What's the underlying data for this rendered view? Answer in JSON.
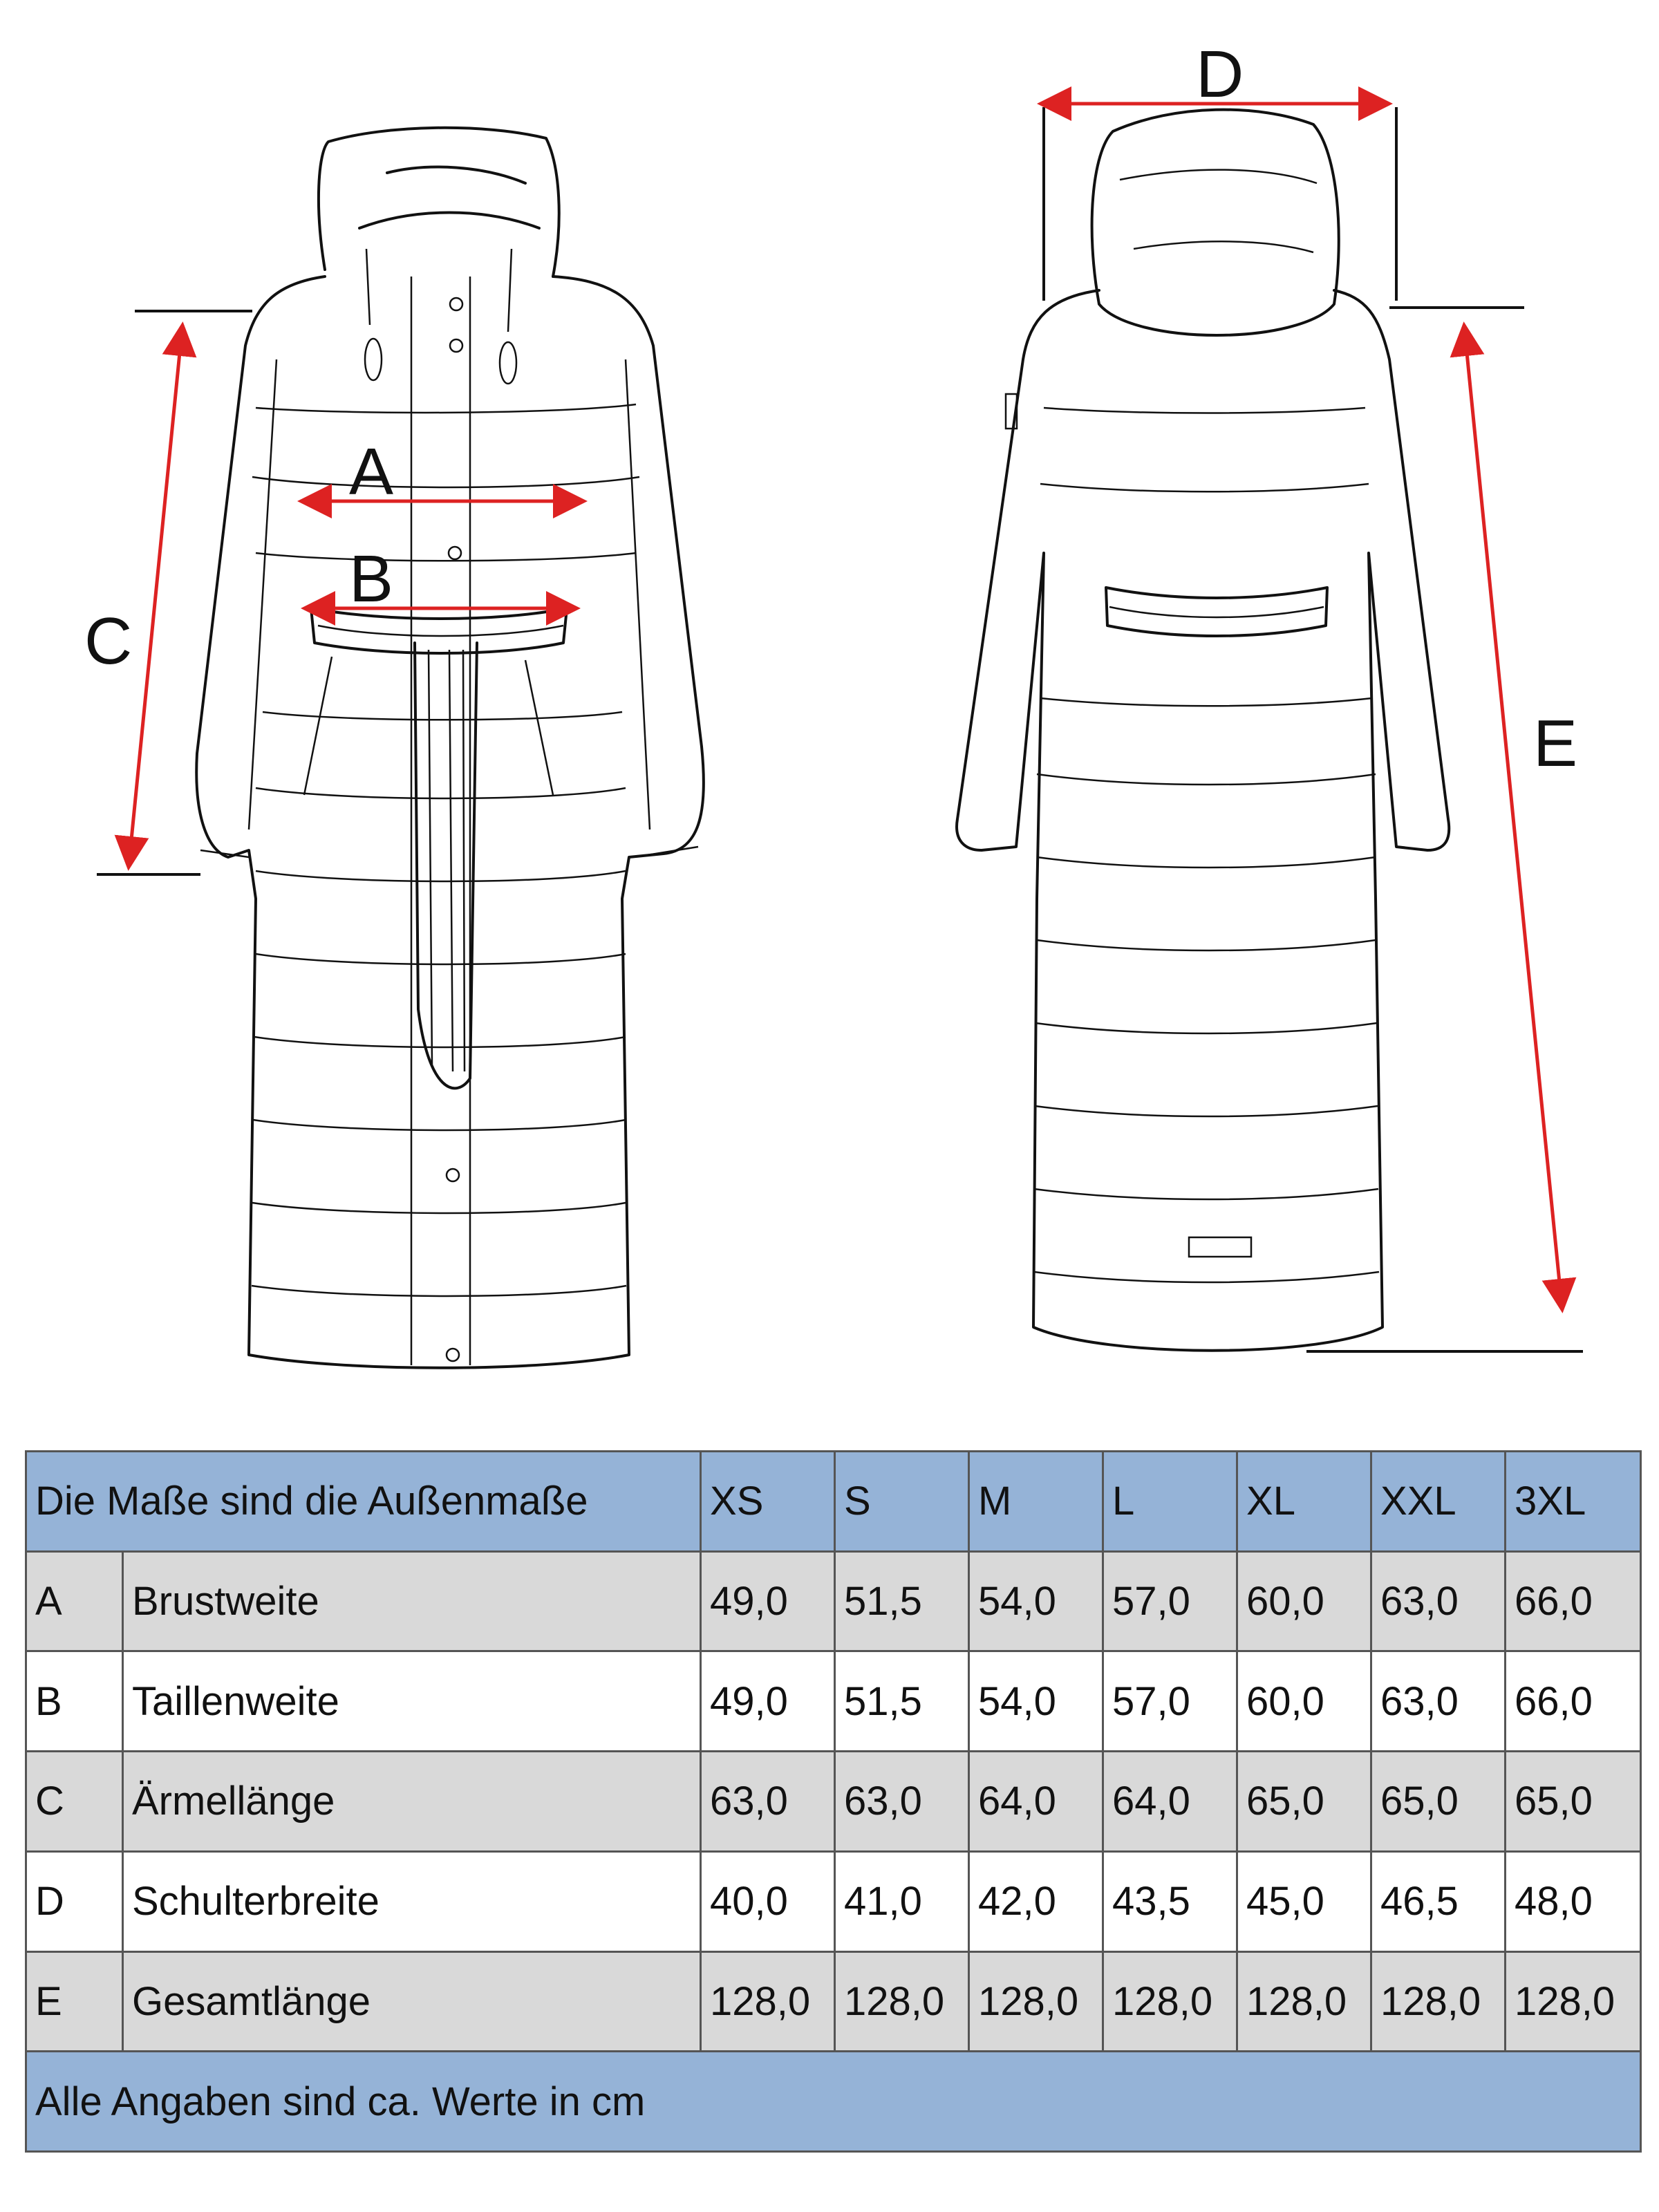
{
  "diagram": {
    "labels": {
      "a": "A",
      "b": "B",
      "c": "C",
      "d": "D",
      "e": "E"
    },
    "colors": {
      "arrow": "#dd2222",
      "outline": "#111111"
    }
  },
  "table": {
    "header": {
      "title": "Die Maße sind die Außenmaße",
      "sizes": [
        "XS",
        "S",
        "M",
        "L",
        "XL",
        "XXL",
        "3XL"
      ]
    },
    "rows": [
      {
        "key": "A",
        "name": "Brustweite",
        "values": [
          "49,0",
          "51,5",
          "54,0",
          "57,0",
          "60,0",
          "63,0",
          "66,0"
        ]
      },
      {
        "key": "B",
        "name": "Taillenweite",
        "values": [
          "49,0",
          "51,5",
          "54,0",
          "57,0",
          "60,0",
          "63,0",
          "66,0"
        ]
      },
      {
        "key": "C",
        "name": "Ärmellänge",
        "values": [
          "63,0",
          "63,0",
          "64,0",
          "64,0",
          "65,0",
          "65,0",
          "65,0"
        ]
      },
      {
        "key": "D",
        "name": "Schulterbreite",
        "values": [
          "40,0",
          "41,0",
          "42,0",
          "43,5",
          "45,0",
          "46,5",
          "48,0"
        ]
      },
      {
        "key": "E",
        "name": "Gesamtlänge",
        "values": [
          "128,0",
          "128,0",
          "128,0",
          "128,0",
          "128,0",
          "128,0",
          "128,0"
        ]
      }
    ],
    "footer": "Alle Angaben sind ca. Werte in cm",
    "colors": {
      "header_bg": "#95b3d7",
      "odd_row_bg": "#d9d9d9",
      "even_row_bg": "#ffffff"
    }
  }
}
